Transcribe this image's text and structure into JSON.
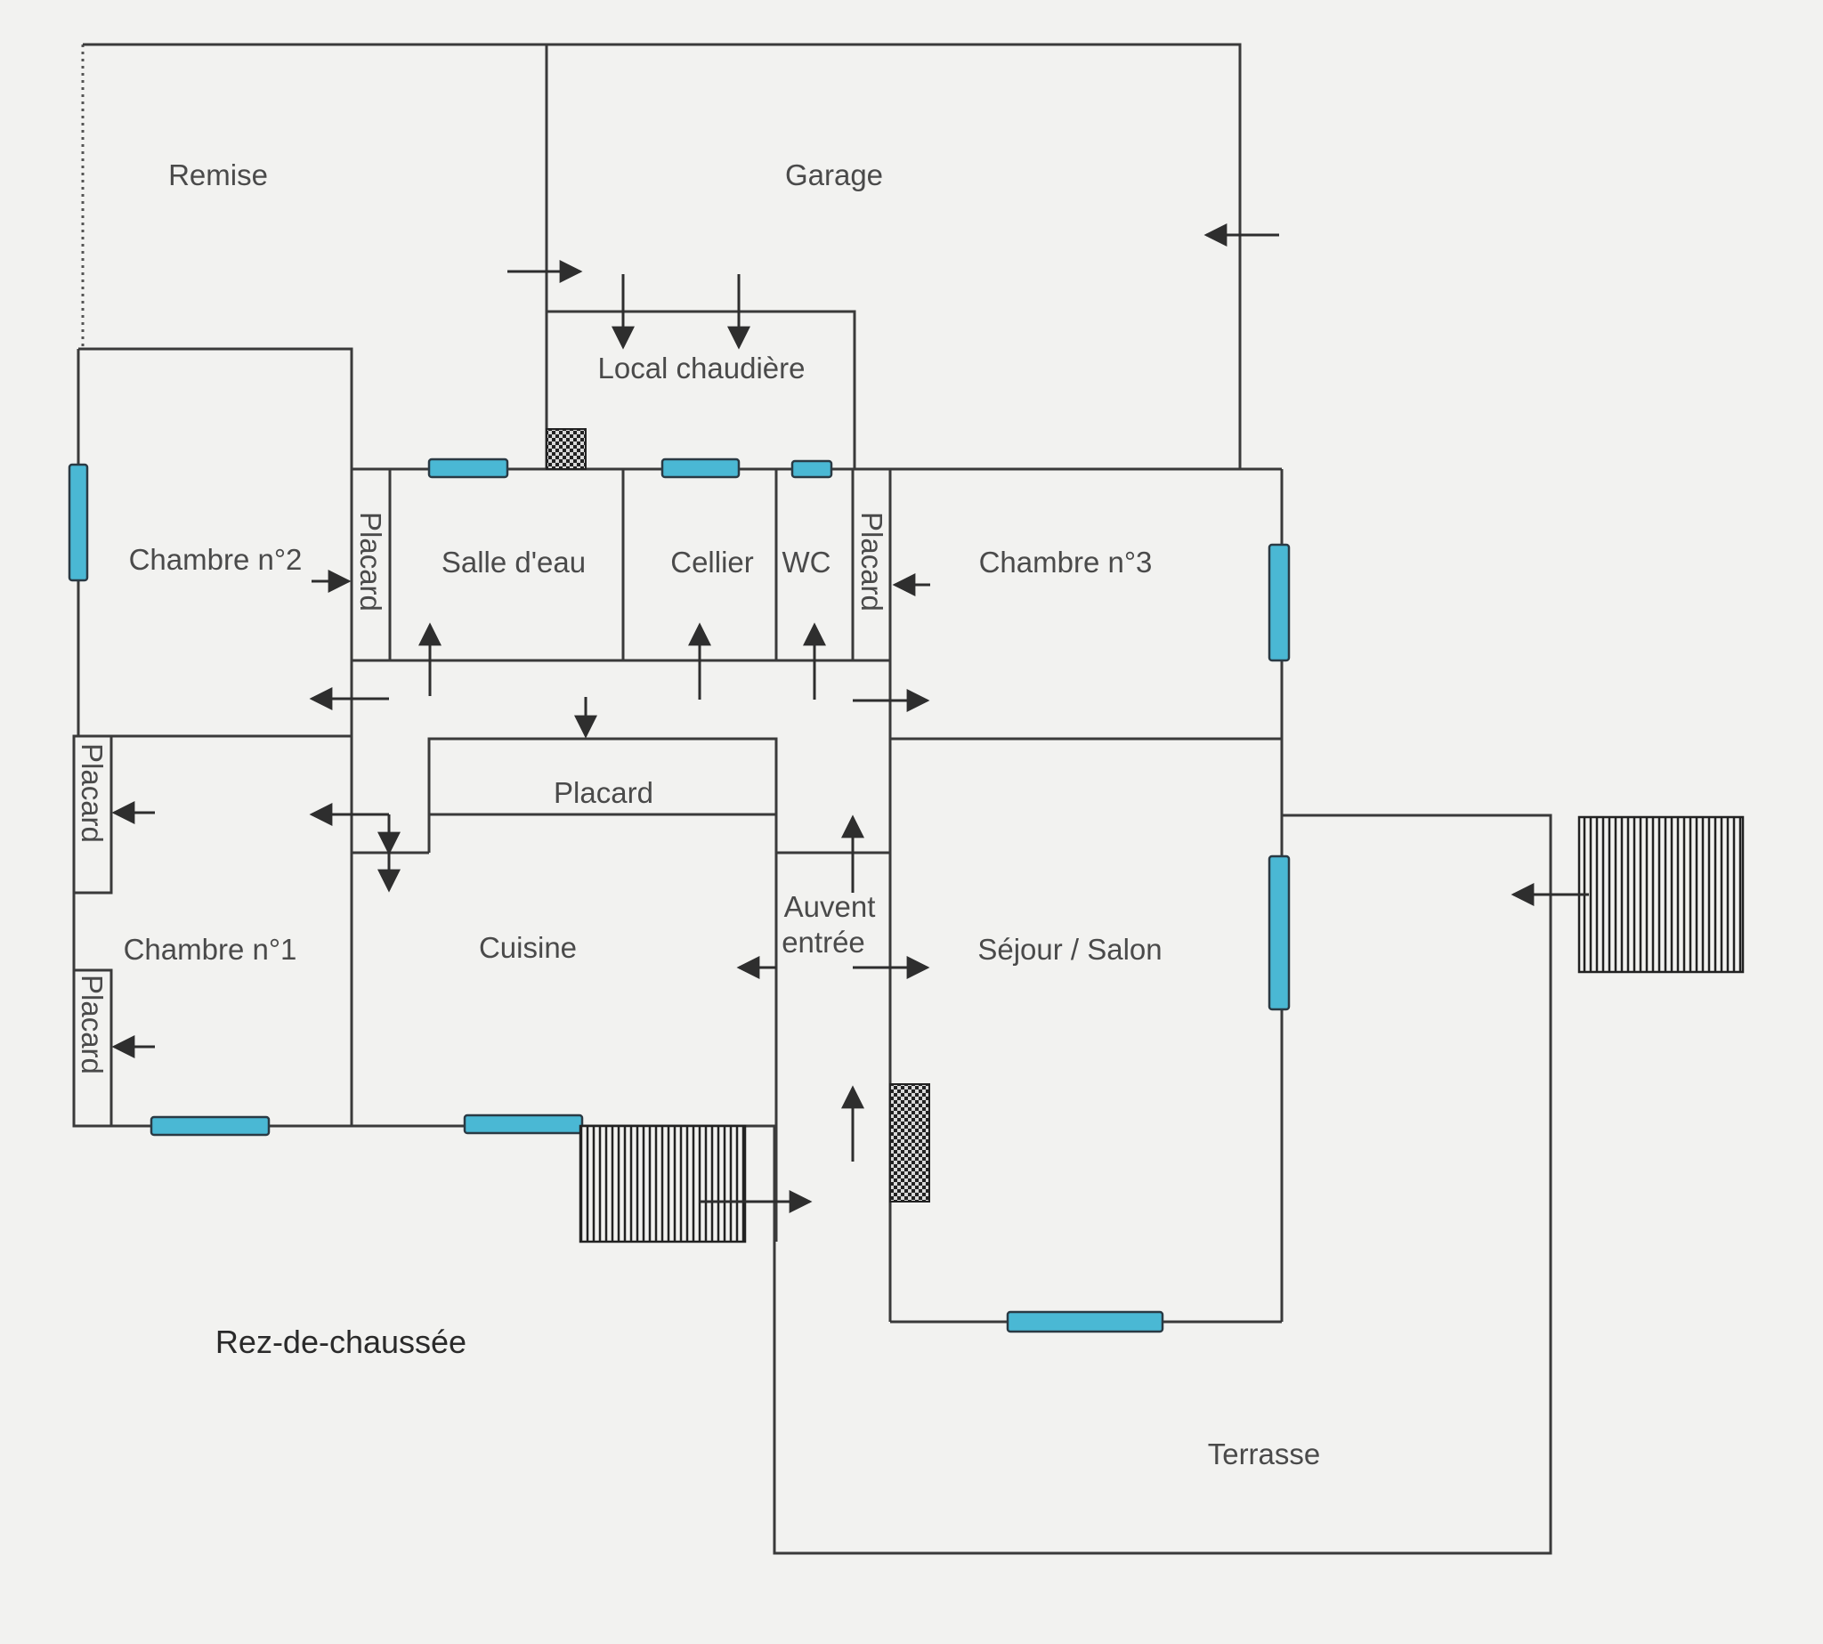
{
  "diagram": {
    "title": "Rez-de-chaussée",
    "rooms": {
      "remise": "Remise",
      "garage": "Garage",
      "local_chaudiere": "Local chaudière",
      "chambre2": "Chambre n°2",
      "placard_ch2": "Placard",
      "salle_eau": "Salle d'eau",
      "cellier": "Cellier",
      "wc": "WC",
      "placard_ch3": "Placard",
      "chambre3": "Chambre n°3",
      "placard_couloir": "Placard",
      "placard_ch1_haut": "Placard",
      "placard_ch1_bas": "Placard",
      "chambre1": "Chambre n°1",
      "cuisine": "Cuisine",
      "auvent_line1": "Auvent",
      "auvent_line2": "entrée",
      "sejour": "Séjour / Salon",
      "terrasse": "Terrasse"
    },
    "colors": {
      "window": "#4ab8d4",
      "wall": "#3a3a3a",
      "background": "#f2f2f0"
    }
  }
}
